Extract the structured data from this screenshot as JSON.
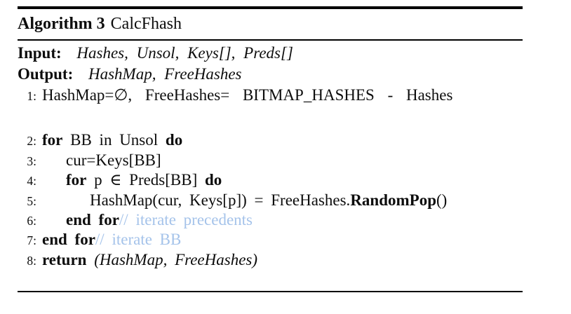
{
  "algorithm": {
    "header": {
      "label": "Algorithm 3",
      "title": "CalcFhash"
    },
    "input_label": "Input:",
    "input_value": "Hashes, Unsol, Keys[], Preds[]",
    "output_label": "Output:",
    "output_value": "HashMap, FreeHashes",
    "colors": {
      "text": "#0d0d0d",
      "comment": "#a5c3ea",
      "rule": "#000000"
    },
    "lines": [
      {
        "num": "1:",
        "indent": 0,
        "gap_after": true,
        "segments": [
          {
            "text": "HashMap=∅, FreeHashes= BITMAP_HASHES - Hashes",
            "style": "plain"
          }
        ]
      },
      {
        "num": "2:",
        "indent": 0,
        "gap_after": false,
        "segments": [
          {
            "text": "for",
            "style": "keyword"
          },
          {
            "text": " BB in Unsol ",
            "style": "plain"
          },
          {
            "text": "do",
            "style": "keyword"
          }
        ]
      },
      {
        "num": "3:",
        "indent": 1,
        "gap_after": false,
        "segments": [
          {
            "text": "cur=Keys[BB]",
            "style": "plain"
          }
        ]
      },
      {
        "num": "4:",
        "indent": 1,
        "gap_after": false,
        "segments": [
          {
            "text": "for",
            "style": "keyword"
          },
          {
            "text": " p ∈ Preds[BB] ",
            "style": "plain"
          },
          {
            "text": "do",
            "style": "keyword"
          }
        ]
      },
      {
        "num": "5:",
        "indent": 2,
        "gap_after": false,
        "segments": [
          {
            "text": "HashMap(cur, Keys[p]) = FreeHashes.",
            "style": "plain"
          },
          {
            "text": "RandomPop",
            "style": "keyword"
          },
          {
            "text": "()",
            "style": "plain"
          }
        ]
      },
      {
        "num": "6:",
        "indent": 1,
        "gap_after": false,
        "segments": [
          {
            "text": "end for",
            "style": "keyword"
          },
          {
            "text": "// iterate precedents",
            "style": "comment"
          }
        ]
      },
      {
        "num": "7:",
        "indent": 0,
        "gap_after": false,
        "segments": [
          {
            "text": "end for",
            "style": "keyword"
          },
          {
            "text": "// iterate BB",
            "style": "comment"
          }
        ]
      },
      {
        "num": "8:",
        "indent": 0,
        "gap_after": false,
        "segments": [
          {
            "text": "return",
            "style": "keyword"
          },
          {
            "text": " (HashMap, FreeHashes)",
            "style": "italic"
          }
        ]
      }
    ]
  }
}
